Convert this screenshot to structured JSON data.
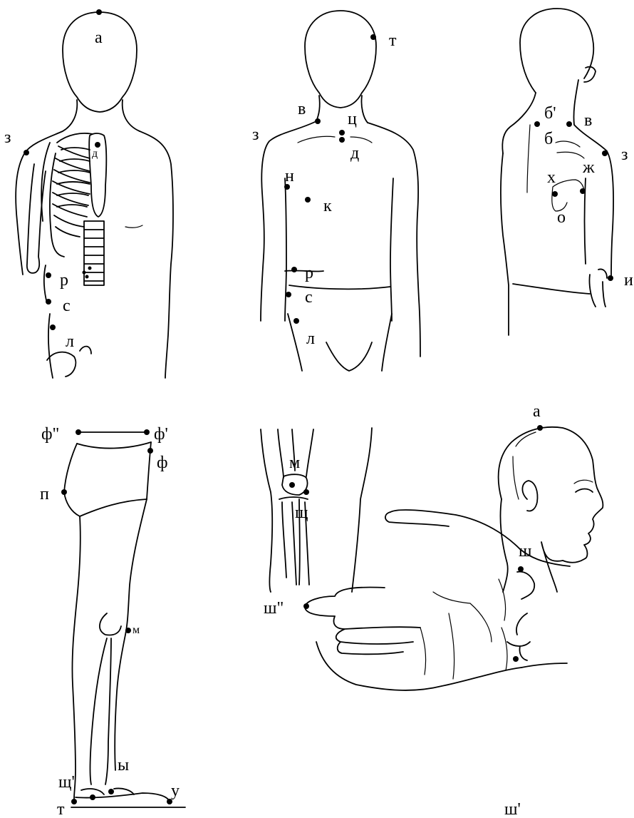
{
  "figures": {
    "front_skeleton": {
      "labels": {
        "a": "а",
        "z": "з",
        "d": "д",
        "r": "р",
        "s": "с",
        "l": "л"
      }
    },
    "front_body": {
      "labels": {
        "t": "т",
        "v": "в",
        "z": "з",
        "ts": "ц",
        "d": "д",
        "n": "н",
        "k": "к",
        "r": "р",
        "s": "с",
        "l": "л"
      }
    },
    "back": {
      "labels": {
        "b_prime": "б'",
        "v": "в",
        "b": "б",
        "z": "з",
        "zh": "ж",
        "kh": "х",
        "o": "о",
        "i": "и"
      }
    },
    "leg": {
      "labels": {
        "f2": "ф\"",
        "f1": "ф'",
        "f": "ф",
        "p": "п",
        "m": "м",
        "y": "ы",
        "shch1": "щ'",
        "u": "у",
        "t": "т"
      }
    },
    "knee": {
      "labels": {
        "m": "м",
        "shch": "щ"
      }
    },
    "head": {
      "labels": {
        "a": "а"
      }
    },
    "hand": {
      "labels": {
        "sh": "ш",
        "sh2": "ш\"",
        "sh1": "ш'"
      }
    }
  }
}
